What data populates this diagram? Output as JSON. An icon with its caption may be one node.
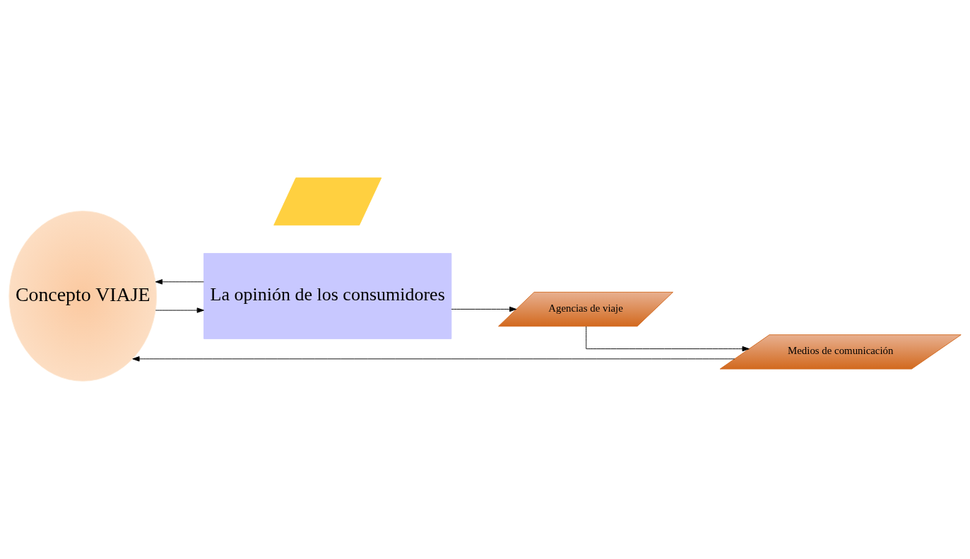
{
  "diagram": {
    "nodes": [
      {
        "text": [
          "Concepto VIAJE"
        ]
      },
      {
        "text": [
          "La opinión de los consumidores"
        ]
      },
      {
        "text": [],
        "shape": "parallelogram"
      },
      {
        "text": [
          "Medios de comunicación"
        ]
      },
      {
        "text": [
          "Agencias de viaje"
        ]
      }
    ],
    "edges": [
      {
        "from": 0,
        "to": 1,
        "arrow": "to"
      },
      {
        "from": 1,
        "to": 0,
        "arrow": "to"
      },
      {
        "from": 1,
        "to": 4,
        "arrow": "to"
      },
      {
        "from": 4,
        "to": 3,
        "arrow": "to"
      },
      {
        "from": 3,
        "to": 0,
        "arrow": "to"
      }
    ]
  }
}
